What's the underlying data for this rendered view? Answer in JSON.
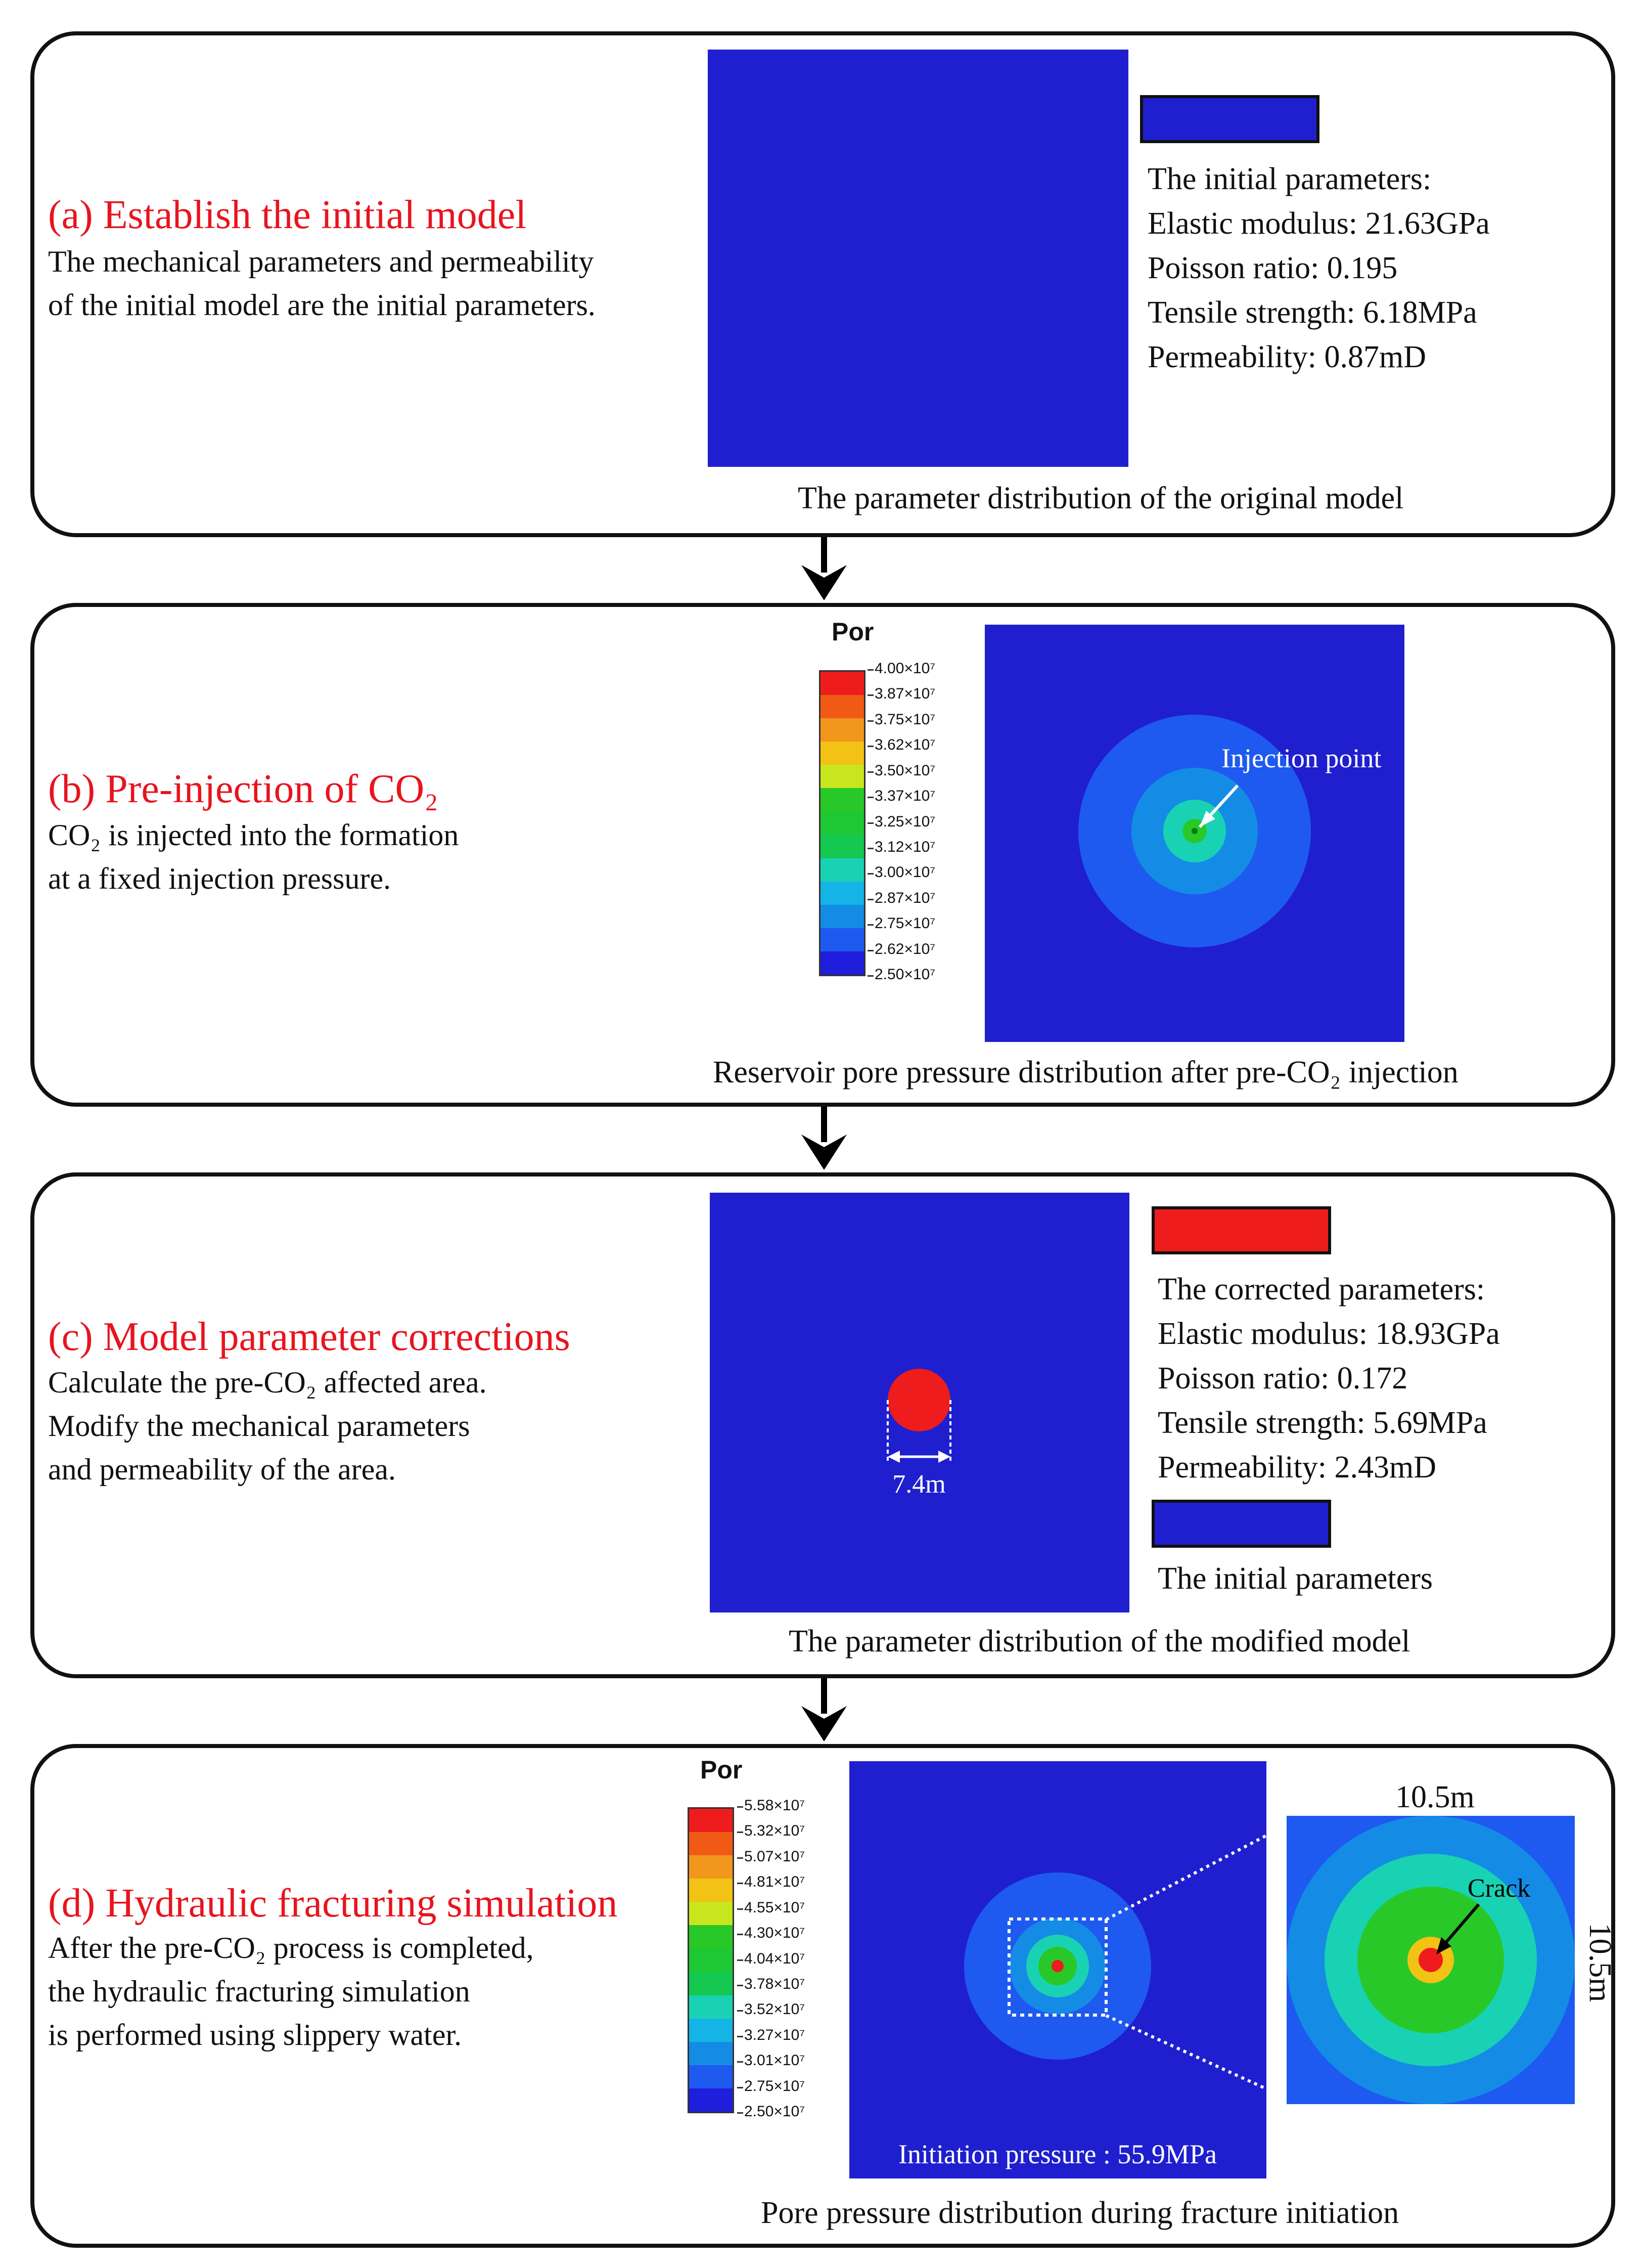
{
  "panel_a": {
    "title": "(a) Establish the initial model",
    "desc": "The mechanical parameters and permeability\nof the initial model are the initial parameters.",
    "params_header": "The initial parameters:",
    "params": [
      "Elastic modulus: 21.63GPa",
      "Poisson ratio: 0.195",
      "Tensile strength: 6.18MPa",
      "Permeability: 0.87mD"
    ],
    "caption": "The parameter distribution of the original model",
    "swatch_color": "#1f1fcf"
  },
  "panel_b": {
    "title": "(b) Pre-injection of CO₂",
    "desc": "CO₂ is injected into the formation\nat a fixed injection pressure.",
    "legend_title": "Por",
    "legend_labels": [
      "4.00×10⁷",
      "3.87×10⁷",
      "3.75×10⁷",
      "3.62×10⁷",
      "3.50×10⁷",
      "3.37×10⁷",
      "3.25×10⁷",
      "3.12×10⁷",
      "3.00×10⁷",
      "2.87×10⁷",
      "2.75×10⁷",
      "2.62×10⁷",
      "2.50×10⁷"
    ],
    "legend_colors": [
      "#ee1c1c",
      "#f05a14",
      "#f3961c",
      "#f2c214",
      "#c8e61e",
      "#28c828",
      "#1ec832",
      "#14c850",
      "#19d2b4",
      "#14b4e6",
      "#148ce6",
      "#1e5af0",
      "#1e1edc"
    ],
    "annotation": "Injection point",
    "caption": "Reservoir pore pressure distribution after pre-CO₂ injection"
  },
  "panel_c": {
    "title": "(c) Model parameter corrections",
    "desc": "Calculate the pre-CO₂ affected area.\nModify the mechanical parameters\nand permeability of the area.",
    "diameter_label": "7.4m",
    "params_header": "The corrected parameters:",
    "params": [
      "Elastic modulus: 18.93GPa",
      "Poisson ratio: 0.172",
      "Tensile strength: 5.69MPa",
      "Permeability: 2.43mD"
    ],
    "initial_label": "The initial parameters",
    "caption": "The parameter distribution of the modified model",
    "corrected_color": "#ee1c1c",
    "initial_color": "#1f1fcf"
  },
  "panel_d": {
    "title": "(d) Hydraulic fracturing simulation",
    "desc": "After the pre-CO₂ process is completed,\nthe hydraulic fracturing simulation\nis performed using slippery water.",
    "legend_title": "Por",
    "legend_labels": [
      "5.58×10⁷",
      "5.32×10⁷",
      "5.07×10⁷",
      "4.81×10⁷",
      "4.55×10⁷",
      "4.30×10⁷",
      "4.04×10⁷",
      "3.78×10⁷",
      "3.52×10⁷",
      "3.27×10⁷",
      "3.01×10⁷",
      "2.75×10⁷",
      "2.50×10⁷"
    ],
    "legend_colors": [
      "#ee1c1c",
      "#f05a14",
      "#f3961c",
      "#f2c214",
      "#c8e61e",
      "#28c828",
      "#1ec832",
      "#14c850",
      "#19d2b4",
      "#14b4e6",
      "#148ce6",
      "#1e5af0",
      "#1e1edc"
    ],
    "initiation_label": "Initiation pressure : 55.9MPa",
    "zoom_width_label": "10.5m",
    "zoom_height_label": "10.5m",
    "crack_label": "Crack",
    "caption": "Pore pressure distribution during fracture initiation"
  }
}
